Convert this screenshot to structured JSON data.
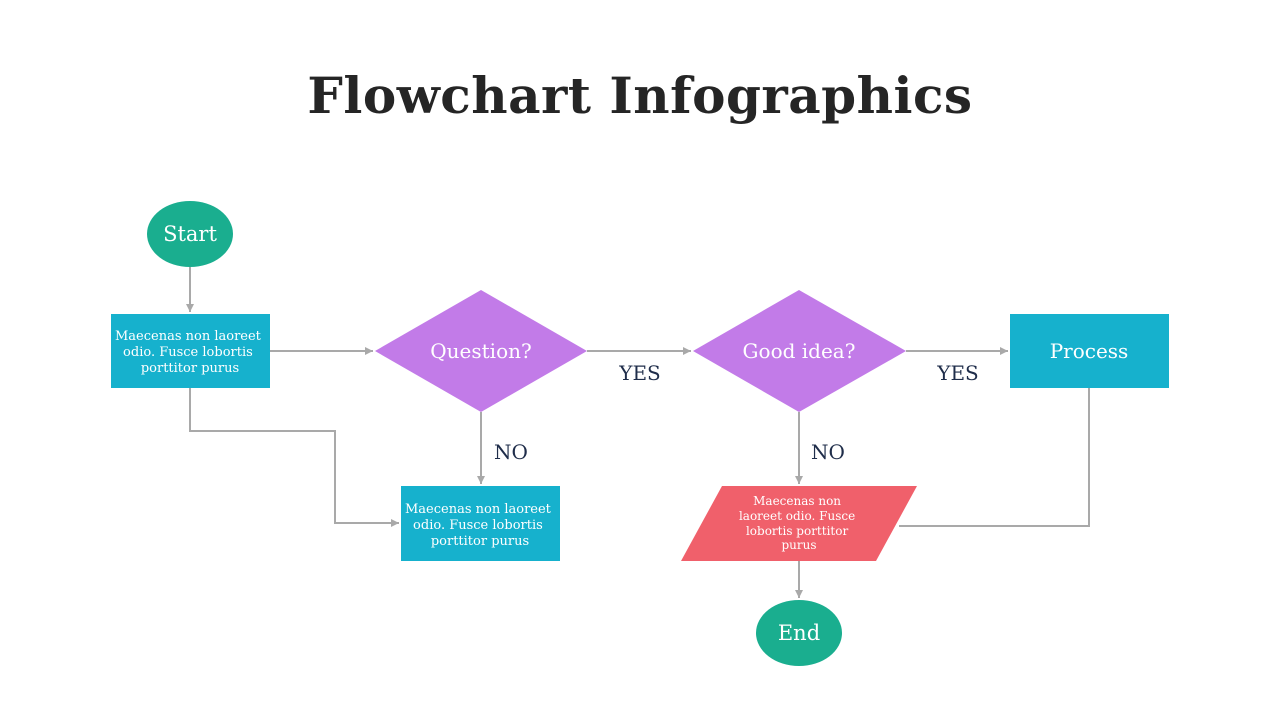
{
  "title": "Flowchart Infographics",
  "colors": {
    "terminal": "#1aae8f",
    "process": "#16b1cd",
    "decision": "#c27be8",
    "io": "#f0606b",
    "connector": "#a9a9a9",
    "label": "#1f2d4a"
  },
  "nodes": {
    "start": "Start",
    "step1": [
      "Maecenas non laoreet",
      "odio. Fusce lobortis",
      "porttitor purus"
    ],
    "question": "Question?",
    "step2": [
      "Maecenas non laoreet",
      "odio. Fusce lobortis",
      "porttitor purus"
    ],
    "good_idea": "Good idea?",
    "io_step": [
      "Maecenas non",
      "laoreet odio. Fusce",
      "lobortis porttitor",
      "purus"
    ],
    "process": "Process",
    "end": "End"
  },
  "edge_labels": {
    "question_yes": "YES",
    "question_no": "NO",
    "good_idea_yes": "YES",
    "good_idea_no": "NO"
  }
}
